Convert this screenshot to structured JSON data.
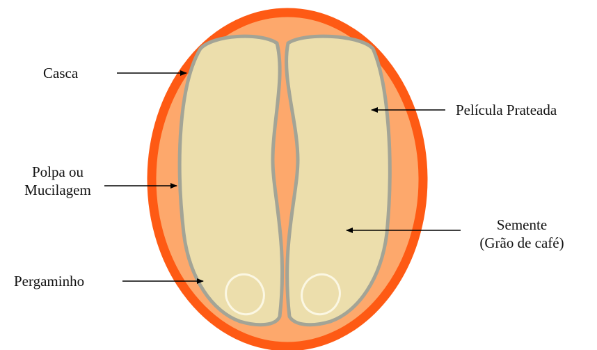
{
  "labels": {
    "casca": "Casca",
    "pelicula": "Película Prateada",
    "polpa_line1": "Polpa ou",
    "polpa_line2": "Mucilagem",
    "semente_line1": "Semente",
    "semente_line2": "(Grão de café)",
    "pergaminho": "Pergaminho"
  },
  "colors": {
    "casca": "#fe5a14",
    "polpa": "#fda86c",
    "pelicula": "#a3a496",
    "semente": "#ecdeac",
    "embryo_outline": "#fbf7e3",
    "arrow": "#000000"
  }
}
